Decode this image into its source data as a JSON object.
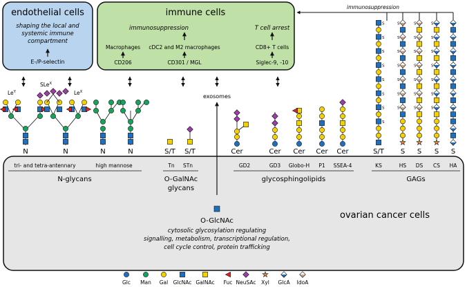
{
  "colors": {
    "endothelial_fill": "#b8d4ee",
    "immune_fill": "#bfe0a6",
    "cancer_fill": "#e6e6e6",
    "glc": "#1f6fc0",
    "man": "#14a35a",
    "gal": "#f5d000",
    "glcnac": "#1f6fc0",
    "galnac": "#f5d000",
    "fuc": "#e02020",
    "neu5ac": "#9b3fa6",
    "xyl": "#f0883a",
    "glca": "#1f6fc0",
    "idoa": "#c4a58a"
  },
  "endothelial": {
    "title": "endothelial cells",
    "desc": [
      "shaping the local and",
      "systemic immune",
      "compartment"
    ],
    "marker": "E-/P-selectin"
  },
  "immune": {
    "title": "immune cells",
    "col1_head": "immunosuppression",
    "col1_cells": [
      "Macrophages",
      "cDC2 and M2 macrophages"
    ],
    "col1_receptors": [
      "CD206",
      "CD301 / MGL"
    ],
    "col2_head": "T cell arrest",
    "col2_cell": "CD8+ T cells",
    "col2_receptor": "Siglec-9, -10"
  },
  "immunosuppression_top": "immunosuppression",
  "exosomes": "exosomes",
  "ngly": {
    "labels": {
      "ley": "Le",
      "ley_sup": "Y",
      "slex": "SLe",
      "slex_sup": "X",
      "lex": "Le",
      "lex_sup": "X"
    },
    "roots": [
      "N",
      "N",
      "N",
      "N"
    ],
    "sub1": "tri- and tetra-antennary",
    "sub2": "high mannose",
    "title": "N-glycans"
  },
  "ogalnac": {
    "roots": [
      "S/T",
      "S/T"
    ],
    "subs": [
      "Tn",
      "STn"
    ],
    "title": [
      "O-GalNAc",
      "glycans"
    ]
  },
  "gsl": {
    "roots": [
      "Cer",
      "Cer",
      "Cer",
      "Cer",
      "Cer"
    ],
    "subs": [
      "GD2",
      "GD3",
      "Globo-H",
      "P1",
      "SSEA-4"
    ],
    "title": "glycosphingolipids"
  },
  "gags": {
    "roots": [
      "S/T",
      "S",
      "S",
      "S",
      "S"
    ],
    "subs": [
      "KS",
      "HS",
      "DS",
      "CS",
      "HA"
    ],
    "title": "GAGs"
  },
  "ogl": {
    "title": "O-GlcNAc",
    "desc": [
      "cytosolic glycosylation regulating",
      "signalling, metabolism, transcriptional regulation,",
      "cell cycle control, protein trafficking"
    ]
  },
  "cancer_title": "ovarian cancer cells",
  "legend": [
    {
      "label": "Glc",
      "icon": "blue-circle-icon"
    },
    {
      "label": "Man",
      "icon": "green-circle-icon"
    },
    {
      "label": "Gal",
      "icon": "yellow-circle-icon"
    },
    {
      "label": "GlcNAc",
      "icon": "blue-square-icon"
    },
    {
      "label": "GalNAc",
      "icon": "yellow-square-icon"
    },
    {
      "label": "Fuc",
      "icon": "red-triangle-icon"
    },
    {
      "label": "NeuSAc",
      "icon": "purple-diamond-icon"
    },
    {
      "label": "Xyl",
      "icon": "orange-star-icon"
    },
    {
      "label": "GlcA",
      "icon": "half-blue-diamond-icon"
    },
    {
      "label": "IdoA",
      "icon": "half-tan-diamond-icon"
    }
  ]
}
